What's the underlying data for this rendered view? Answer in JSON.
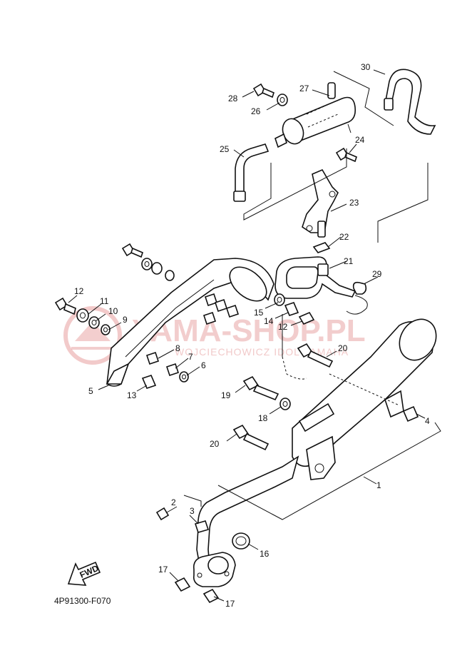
{
  "diagram_code": "4P91300-F070",
  "fwd_label": "FWD",
  "watermark": {
    "brand": "YAMA-SHOP.PL",
    "tagline": "WOJCIECHOWICZ IDOL YAMAHA"
  },
  "callouts": {
    "c1": "1",
    "c2": "2",
    "c3": "3",
    "c4": "4",
    "c5": "5",
    "c6": "6",
    "c7": "7",
    "c8": "8",
    "c9": "9",
    "c10": "10",
    "c11": "11",
    "c12a": "12",
    "c12b": "12",
    "c13": "13",
    "c14": "14",
    "c15": "15",
    "c16": "16",
    "c17a": "17",
    "c17b": "17",
    "c18": "18",
    "c19": "19",
    "c20a": "20",
    "c20b": "20",
    "c21": "21",
    "c22": "22",
    "c23": "23",
    "c24": "24",
    "c25": "25",
    "c26": "26",
    "c27": "27",
    "c28": "28",
    "c29": "29",
    "c30": "30"
  },
  "colors": {
    "line": "#111111",
    "watermark": "#e9a6a6"
  }
}
